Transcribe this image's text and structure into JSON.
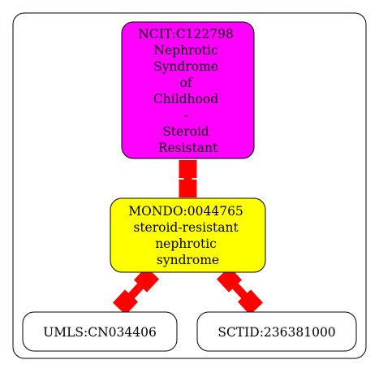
{
  "diagram": {
    "nodes": [
      {
        "id": "ncit",
        "lines": [
          "NCIT:C122798",
          "Nephrotic",
          "Syndrome",
          "of",
          "Childhood",
          "-",
          "Steroid",
          "Resistant"
        ],
        "fill": "#ff00ff"
      },
      {
        "id": "mondo",
        "lines": [
          "MONDO:0044765",
          "steroid-resistant",
          "nephrotic",
          "syndrome"
        ],
        "fill": "#ffff00"
      },
      {
        "id": "umls",
        "lines": [
          "UMLS:CN034406"
        ],
        "fill": "#ffffff"
      },
      {
        "id": "sctid",
        "lines": [
          "SCTID:236381000"
        ],
        "fill": "#ffffff"
      }
    ],
    "edges": [
      {
        "from": "ncit",
        "to": "mondo"
      },
      {
        "from": "mondo",
        "to": "umls"
      },
      {
        "from": "mondo",
        "to": "sctid"
      }
    ],
    "colors": {
      "edge": "#ff0000",
      "node_stroke": "#000000",
      "cluster_stroke": "#000000"
    }
  }
}
